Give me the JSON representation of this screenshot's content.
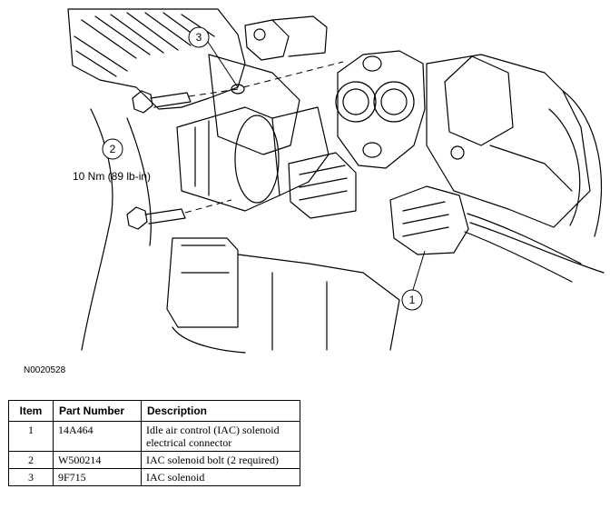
{
  "illustration": {
    "callouts": [
      {
        "number": "1"
      },
      {
        "number": "2",
        "note": "10 Nm (89 lb-in)"
      },
      {
        "number": "3"
      }
    ]
  },
  "figure_id": "N0020528",
  "parts_table": {
    "headers": {
      "item": "Item",
      "part_number": "Part Number",
      "description": "Description"
    },
    "rows": [
      {
        "item": "1",
        "part_number": "14A464",
        "description": "Idle air control (IAC) solenoid electrical connector"
      },
      {
        "item": "2",
        "part_number": "W500214",
        "description": "IAC solenoid bolt (2 required)"
      },
      {
        "item": "3",
        "part_number": "9F715",
        "description": "IAC solenoid"
      }
    ]
  }
}
